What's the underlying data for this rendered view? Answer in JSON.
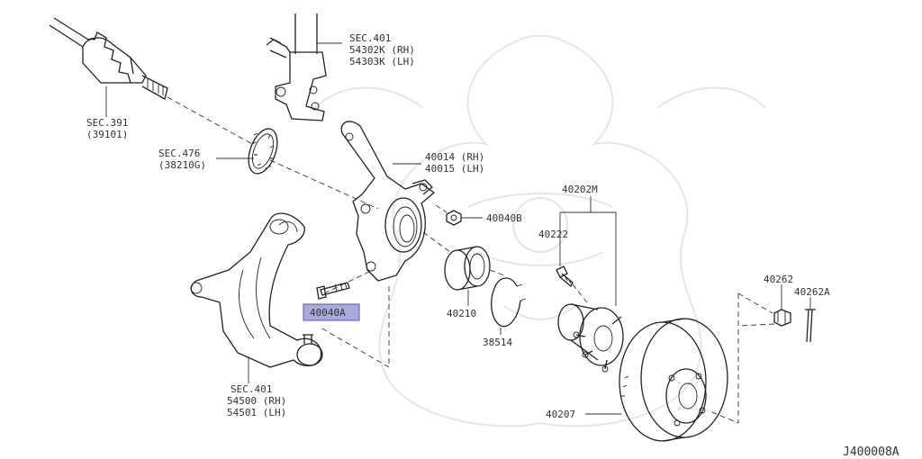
{
  "labels": {
    "sec391": [
      "SEC.391",
      "(39101)"
    ],
    "sec401_top": [
      "SEC.401",
      "54302K (RH)",
      "54303K (LH)"
    ],
    "sec476": [
      "SEC.476",
      "(38210G)"
    ],
    "knuckle": [
      "40014 (RH)",
      "40015 (LH)"
    ],
    "nut_40040b": "40040B",
    "hub_assy": "40202M",
    "bolt_40222": "40222",
    "bearing": "40210",
    "snap_ring": "38514",
    "highlight_part": "40040A",
    "sec401_bottom": [
      "SEC.401",
      "54500 (RH)",
      "54501 (LH)"
    ],
    "rotor": "40207",
    "nut_40262": "40262",
    "pin_40262a": "40262A",
    "diagram_id": "J400008A"
  },
  "colors": {
    "highlight_fill": "#aaaadd",
    "highlight_border": "#5555aa",
    "line": "#222222"
  }
}
